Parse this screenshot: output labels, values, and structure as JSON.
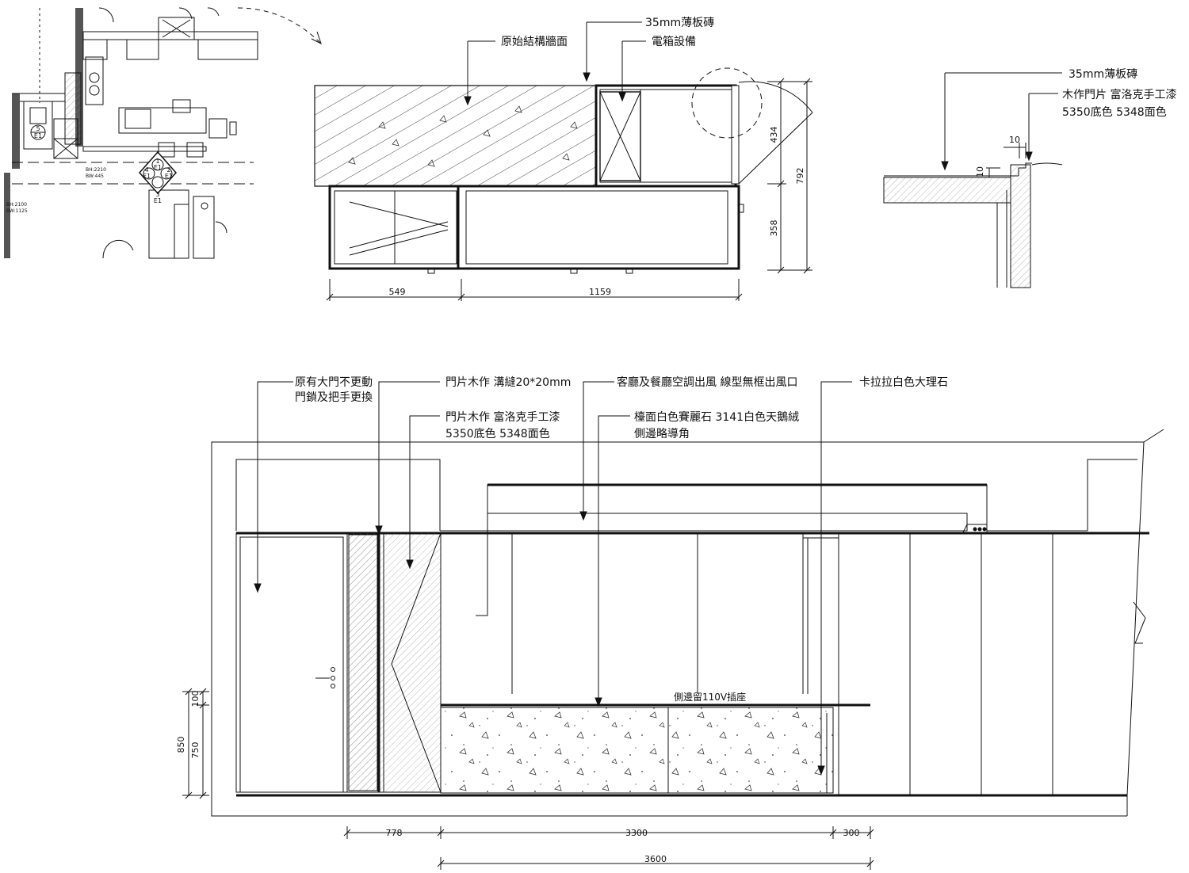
{
  "plan": {
    "tags": [
      "5",
      "E1",
      "1",
      "E1",
      "4",
      "E1",
      "2",
      "E1",
      "3",
      "E1"
    ],
    "notes": [
      "BH:2210",
      "BW:445",
      "BH:2100",
      "BW:1125"
    ]
  },
  "section_a": {
    "labels": [
      "原始結構牆面",
      "35mm薄板磚",
      "電箱設備"
    ],
    "dims": [
      "549",
      "1159",
      "434",
      "358",
      "792"
    ]
  },
  "detail": {
    "labels": [
      "35mm薄板磚",
      "木作門片 富洛克手工漆",
      "5350底色 5348面色"
    ],
    "dims": [
      "10",
      "10"
    ]
  },
  "elevation": {
    "labels": [
      "原有大門不更動",
      "門鎖及把手更換",
      "門片木作 溝縫20*20mm",
      "門片木作 富洛克手工漆",
      "5350底色 5348面色",
      "客廳及餐廳空調出風 線型無框出風口",
      "檯面白色賽麗石 3141白色天鵝絨",
      "側邊略導角",
      "卡拉拉白色大理石",
      "側邊留110V插座"
    ],
    "dims": [
      "778",
      "3300",
      "300",
      "3600",
      "850",
      "750",
      "100"
    ]
  }
}
